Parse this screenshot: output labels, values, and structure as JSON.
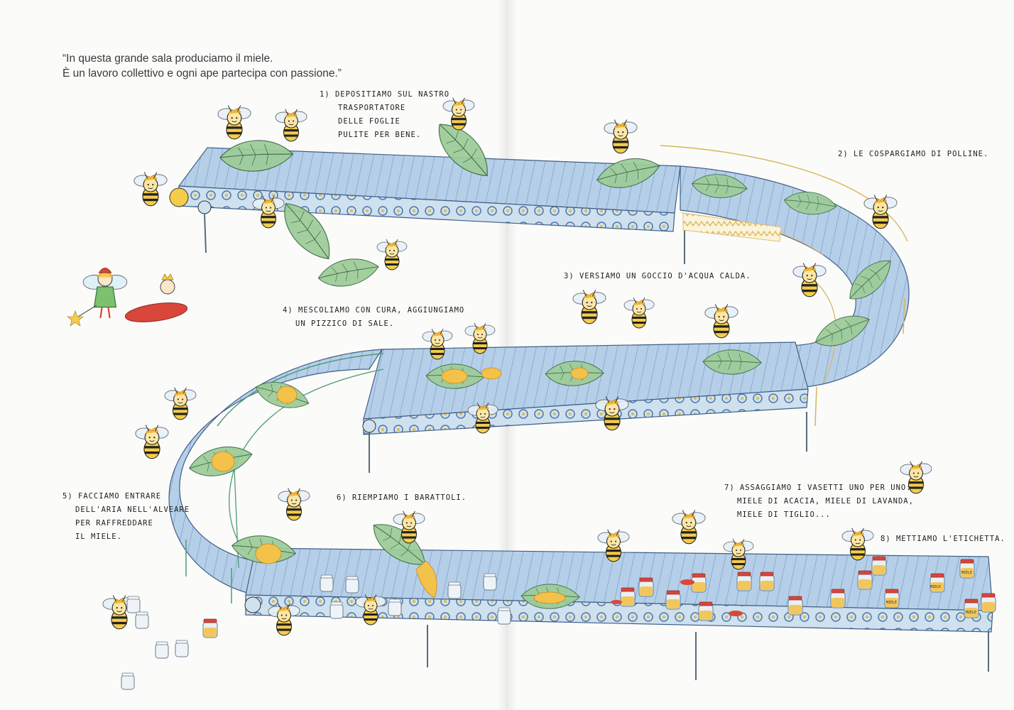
{
  "intro": {
    "line1": "“In questa grande sala produciamo il miele.",
    "line2": "È un lavoro collettivo e ogni ape partecipa con passione.”"
  },
  "captions": {
    "step1": [
      "1) Depositiamo sul nastro",
      "trasportatore",
      "delle foglie",
      "pulite per bene."
    ],
    "step2": [
      "2) Le cospargiamo di polline."
    ],
    "step3": [
      "3) Versiamo un goccio d'acqua calda."
    ],
    "step4": [
      "4) Mescoliamo con cura, aggiungiamo",
      "un pizzico di sale."
    ],
    "step5": [
      "5) Facciamo entrare",
      "dell'aria nell'alveare",
      "per raffreddare",
      "il miele."
    ],
    "step6": [
      "6) Riempiamo i barattoli."
    ],
    "step7": [
      "7) Assaggiamo i vasetti uno per uno:",
      "miele di acacia, miele di lavanda,",
      "miele di tiglio..."
    ],
    "step8": [
      "8) Mettiamo l'etichetta."
    ]
  },
  "jar_labels": {
    "label": "MIELE"
  },
  "colors": {
    "belt": "#a9c6e4",
    "belt_dark": "#6f93bf",
    "leaf": "#9ccc98",
    "honey": "#f2c24b",
    "bee_yellow": "#f4cc4a",
    "jar_lid": "#d9463a",
    "rail_green": "#4f9a76",
    "rail_gold": "#d9b45a"
  }
}
